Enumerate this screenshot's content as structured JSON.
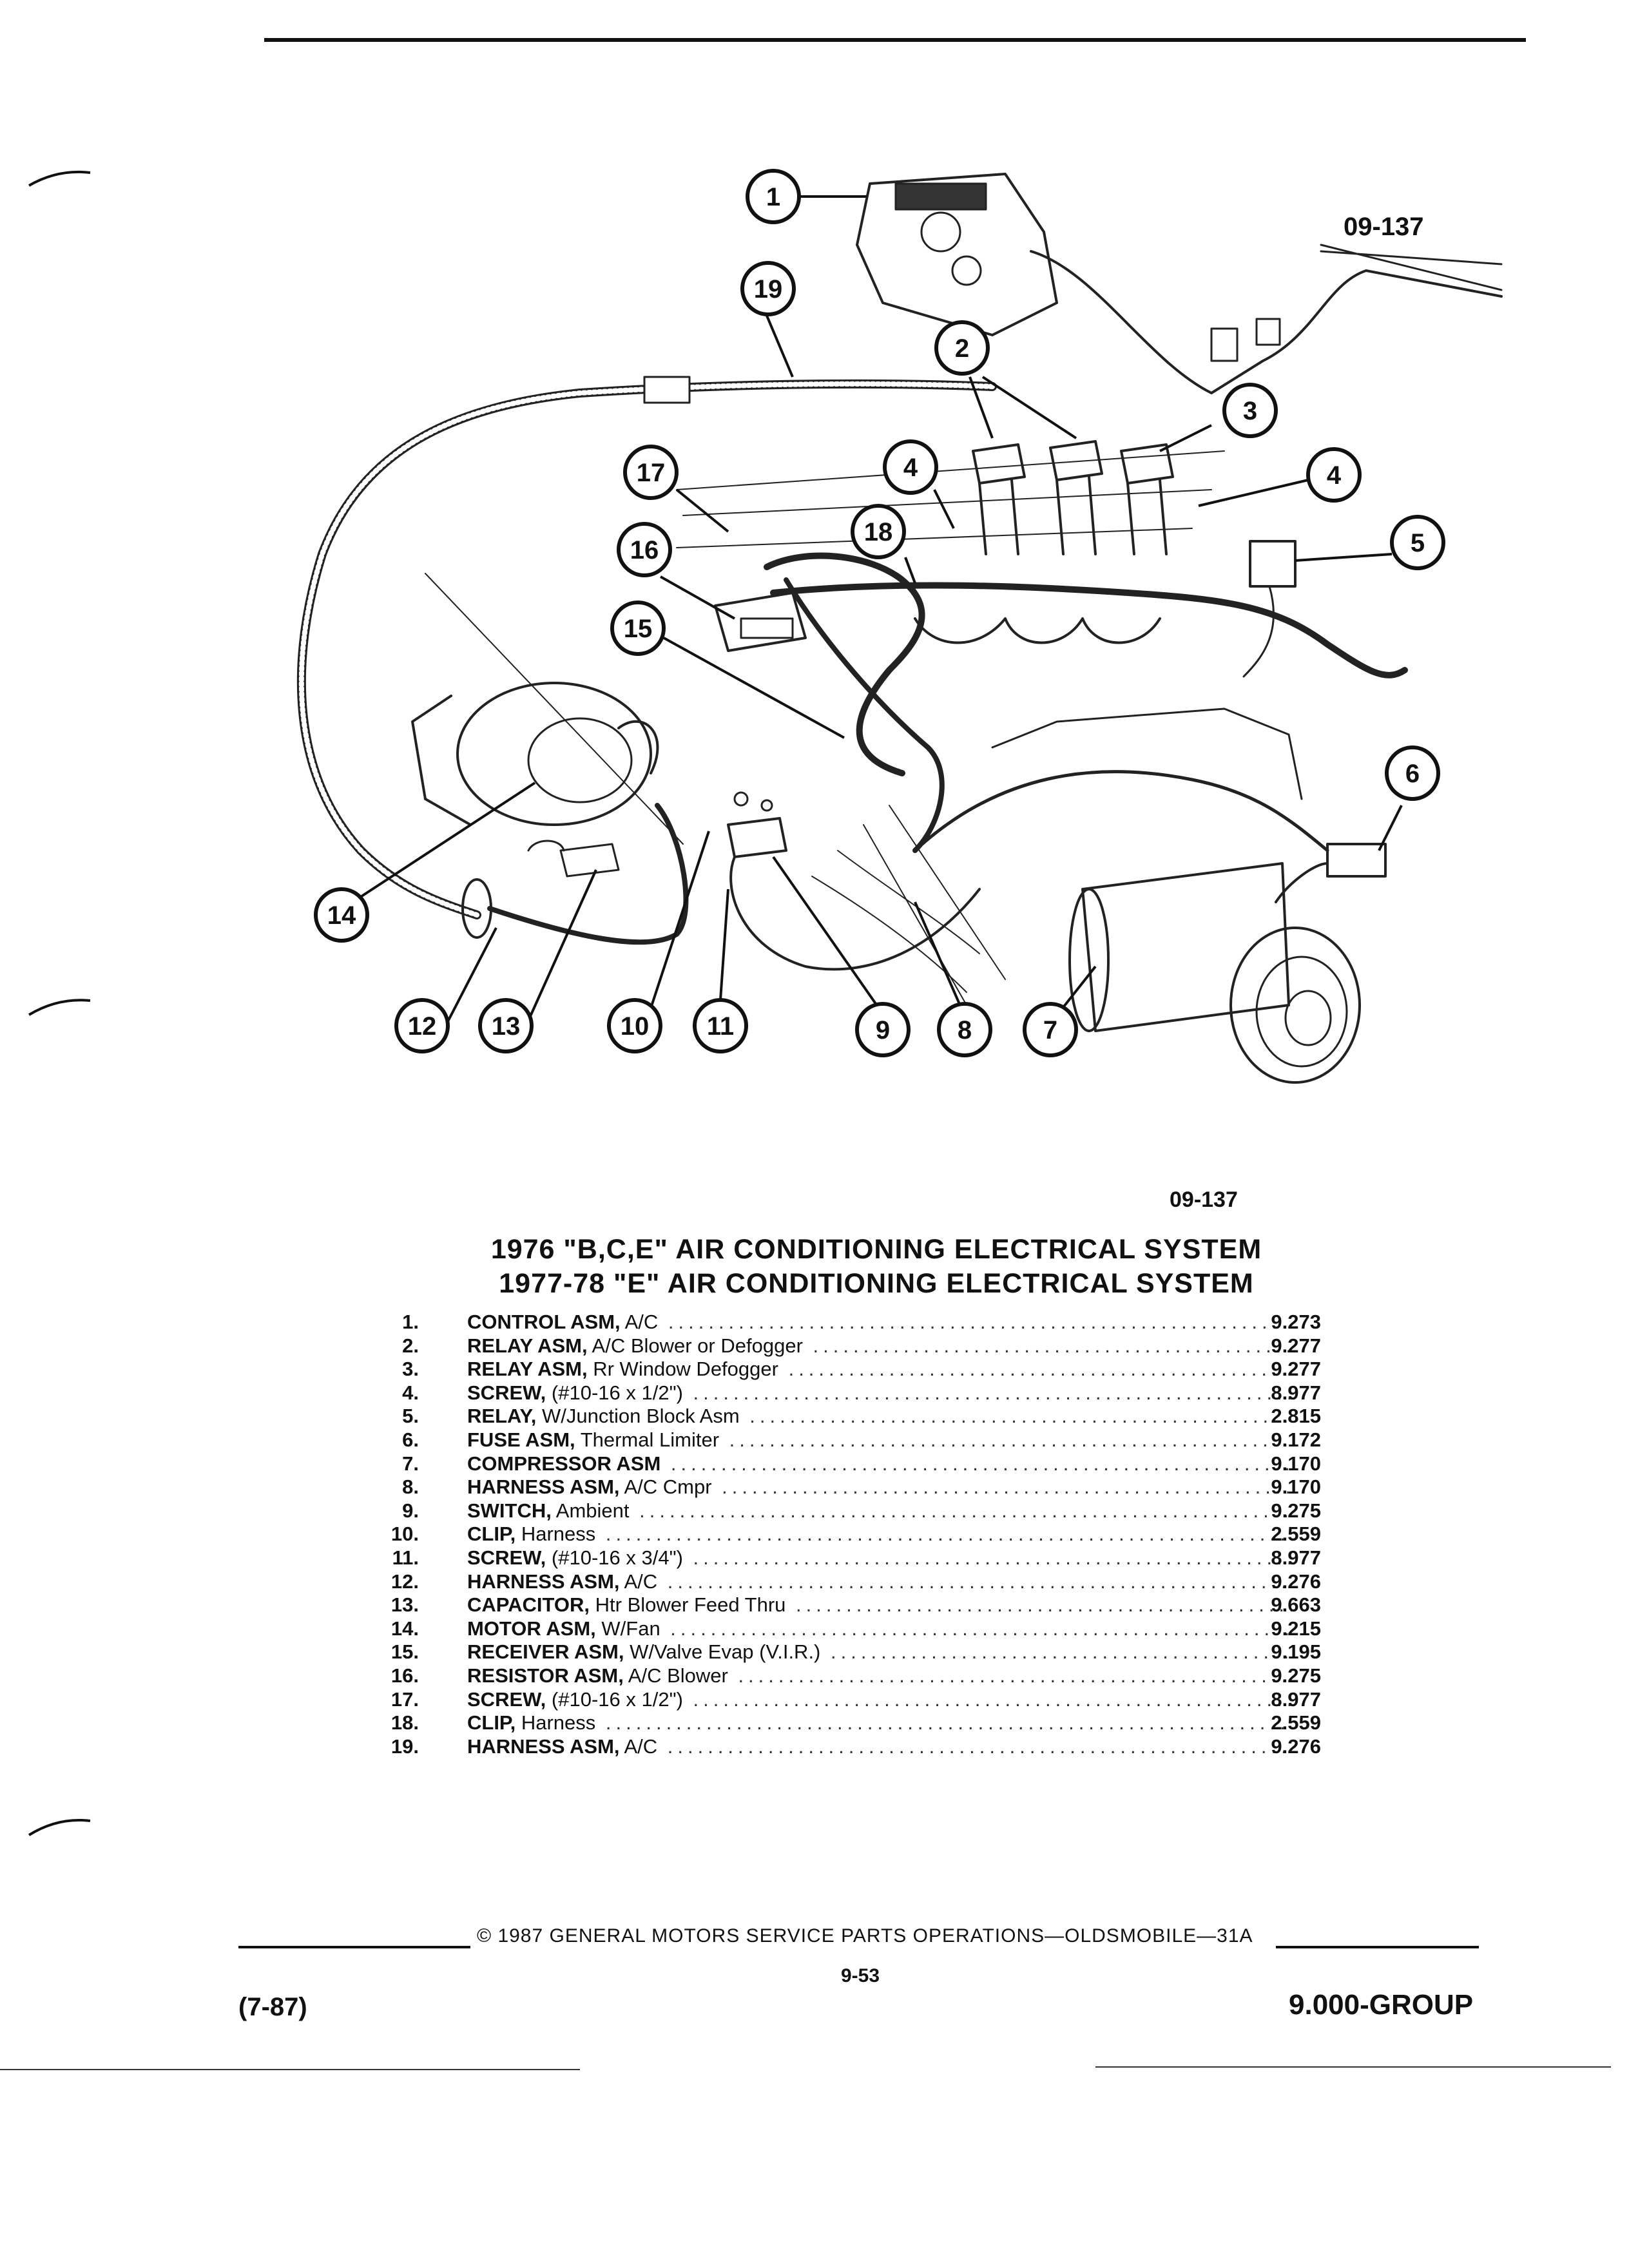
{
  "figure": {
    "code_top": "09-137",
    "code_bottom": "09-137",
    "callouts": [
      "1",
      "2",
      "3",
      "4",
      "4",
      "5",
      "6",
      "7",
      "8",
      "9",
      "10",
      "11",
      "12",
      "13",
      "14",
      "15",
      "16",
      "17",
      "18",
      "19"
    ]
  },
  "title": {
    "line1": "1976 \"B,C,E\" AIR CONDITIONING ELECTRICAL SYSTEM",
    "line2": "1977-78 \"E\" AIR CONDITIONING ELECTRICAL SYSTEM"
  },
  "parts": [
    {
      "num": "1.",
      "name": "CONTROL ASM,",
      "desc": " A/C",
      "code": "9.273"
    },
    {
      "num": "2.",
      "name": "RELAY ASM,",
      "desc": " A/C Blower or Defogger",
      "code": "9.277"
    },
    {
      "num": "3.",
      "name": "RELAY ASM,",
      "desc": " Rr Window Defogger",
      "code": "9.277"
    },
    {
      "num": "4.",
      "name": "SCREW,",
      "desc": " (#10-16 x 1/2\")",
      "code": "8.977"
    },
    {
      "num": "5.",
      "name": "RELAY,",
      "desc": " W/Junction Block Asm",
      "code": "2.815"
    },
    {
      "num": "6.",
      "name": "FUSE ASM,",
      "desc": " Thermal Limiter",
      "code": "9.172"
    },
    {
      "num": "7.",
      "name": "COMPRESSOR ASM",
      "desc": "",
      "code": "9.170"
    },
    {
      "num": "8.",
      "name": "HARNESS ASM,",
      "desc": " A/C Cmpr",
      "code": "9.170"
    },
    {
      "num": "9.",
      "name": "SWITCH,",
      "desc": " Ambient",
      "code": "9.275"
    },
    {
      "num": "10.",
      "name": "CLIP,",
      "desc": " Harness",
      "code": "2.559"
    },
    {
      "num": "11.",
      "name": "SCREW,",
      "desc": " (#10-16 x 3/4\")",
      "code": "8.977"
    },
    {
      "num": "12.",
      "name": "HARNESS ASM,",
      "desc": " A/C",
      "code": "9.276"
    },
    {
      "num": "13.",
      "name": "CAPACITOR,",
      "desc": " Htr Blower Feed Thru",
      "code": "9.663"
    },
    {
      "num": "14.",
      "name": "MOTOR ASM,",
      "desc": " W/Fan",
      "code": "9.215"
    },
    {
      "num": "15.",
      "name": "RECEIVER ASM,",
      "desc": " W/Valve Evap (V.I.R.)",
      "code": "9.195"
    },
    {
      "num": "16.",
      "name": "RESISTOR ASM,",
      "desc": " A/C Blower",
      "code": "9.275"
    },
    {
      "num": "17.",
      "name": "SCREW,",
      "desc": " (#10-16 x 1/2\")",
      "code": "8.977"
    },
    {
      "num": "18.",
      "name": "CLIP,",
      "desc": " Harness",
      "code": "2.559"
    },
    {
      "num": "19.",
      "name": "HARNESS ASM,",
      "desc": " A/C",
      "code": "9.276"
    }
  ],
  "footer": {
    "date": "(7-87)",
    "copyright": "© 1987 GENERAL MOTORS SERVICE PARTS OPERATIONS—OLDSMOBILE—31A",
    "page": "9-53",
    "group": "9.000-GROUP"
  }
}
